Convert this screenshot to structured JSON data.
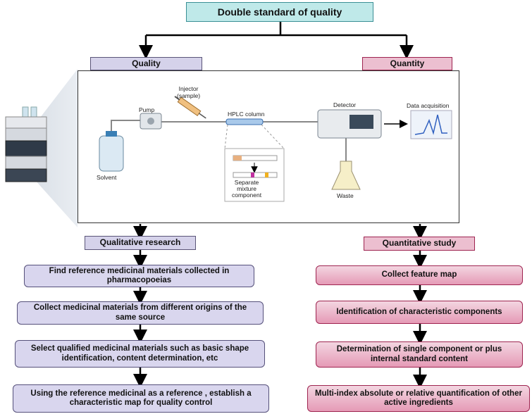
{
  "title": "Double standard of quality",
  "quality_label": "Quality",
  "quantity_label": "Quantity",
  "hplc": {
    "injector": "Injector\n(sample)",
    "pump": "Pump",
    "column": "HPLC column",
    "detector": "Detector",
    "data_acquisition": "Data acquisition",
    "solvent": "Solvent",
    "separate": "Separate\nmixture\ncomponent",
    "waste": "Waste"
  },
  "qualitative": {
    "heading": "Qualitative research",
    "steps": [
      "Find reference medicinal materials collected in pharmacopoeias",
      "Collect medicinal materials from different origins of the same source",
      "Select qualified medicinal materials such as basic shape identification, content determination, etc",
      "Using the reference medicinal as a reference , establish a characteristic map for quality control"
    ]
  },
  "quantitative": {
    "heading": "Quantitative study",
    "steps": [
      "Collect feature map",
      "Identification of characteristic components",
      "Determination of single component or plus internal standard content",
      "Multi-index absolute or relative quantification of other active ingredients"
    ]
  },
  "colors": {
    "title_fill": "#bfe9e9",
    "left_fill": "#d5d2ea",
    "right_fill": "#ecbfd0",
    "right_border": "#9e2450"
  }
}
